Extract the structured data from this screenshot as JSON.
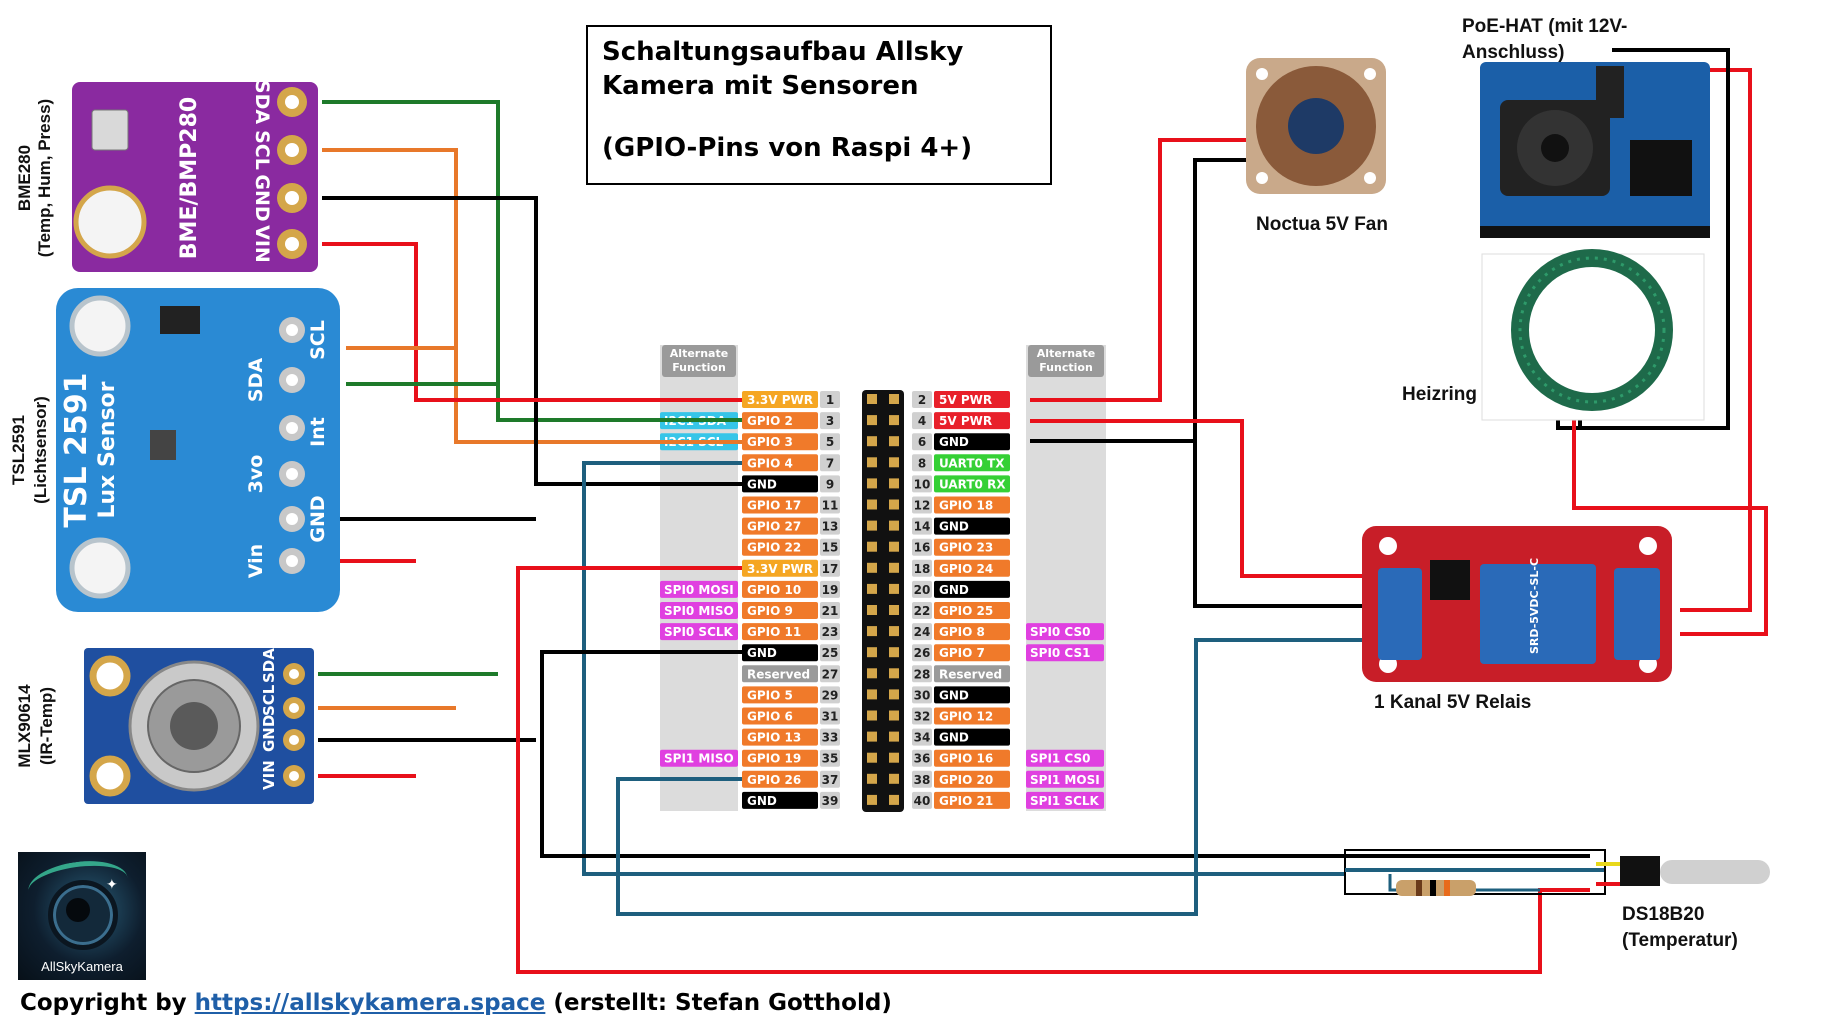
{
  "title": {
    "line1": "Schaltungsaufbau Allsky",
    "line2": "Kamera mit Sensoren",
    "line3": "(GPIO-Pins von Raspi 4+)"
  },
  "header": {
    "alt_function_label_line1": "Alternate",
    "alt_function_label_line2": "Function",
    "left_pins": [
      {
        "num": "1",
        "label": "3.3V PWR",
        "color": "#f5a623",
        "alt": ""
      },
      {
        "num": "3",
        "label": "GPIO 2",
        "color": "#f07a2a",
        "alt": "I2C1 SDA",
        "alt_color": "#36c5e8"
      },
      {
        "num": "5",
        "label": "GPIO 3",
        "color": "#f07a2a",
        "alt": "I2C1 SCL",
        "alt_color": "#36c5e8"
      },
      {
        "num": "7",
        "label": "GPIO 4",
        "color": "#f07a2a",
        "alt": ""
      },
      {
        "num": "9",
        "label": "GND",
        "color": "#000000",
        "alt": ""
      },
      {
        "num": "11",
        "label": "GPIO 17",
        "color": "#f07a2a",
        "alt": ""
      },
      {
        "num": "13",
        "label": "GPIO 27",
        "color": "#f07a2a",
        "alt": ""
      },
      {
        "num": "15",
        "label": "GPIO 22",
        "color": "#f07a2a",
        "alt": ""
      },
      {
        "num": "17",
        "label": "3.3V PWR",
        "color": "#f5a623",
        "alt": ""
      },
      {
        "num": "19",
        "label": "GPIO 10",
        "color": "#f07a2a",
        "alt": "SPI0 MOSI",
        "alt_color": "#e040e0"
      },
      {
        "num": "21",
        "label": "GPIO 9",
        "color": "#f07a2a",
        "alt": "SPI0 MISO",
        "alt_color": "#e040e0"
      },
      {
        "num": "23",
        "label": "GPIO 11",
        "color": "#f07a2a",
        "alt": "SPI0 SCLK",
        "alt_color": "#e040e0"
      },
      {
        "num": "25",
        "label": "GND",
        "color": "#000000",
        "alt": ""
      },
      {
        "num": "27",
        "label": "Reserved",
        "color": "#9a9a9a",
        "alt": ""
      },
      {
        "num": "29",
        "label": "GPIO 5",
        "color": "#f07a2a",
        "alt": ""
      },
      {
        "num": "31",
        "label": "GPIO 6",
        "color": "#f07a2a",
        "alt": ""
      },
      {
        "num": "33",
        "label": "GPIO 13",
        "color": "#f07a2a",
        "alt": ""
      },
      {
        "num": "35",
        "label": "GPIO 19",
        "color": "#f07a2a",
        "alt": "SPI1 MISO",
        "alt_color": "#e040e0"
      },
      {
        "num": "37",
        "label": "GPIO 26",
        "color": "#f07a2a",
        "alt": ""
      },
      {
        "num": "39",
        "label": "GND",
        "color": "#000000",
        "alt": ""
      }
    ],
    "right_pins": [
      {
        "num": "2",
        "label": "5V PWR",
        "color": "#e8202a",
        "alt": ""
      },
      {
        "num": "4",
        "label": "5V PWR",
        "color": "#e8202a",
        "alt": ""
      },
      {
        "num": "6",
        "label": "GND",
        "color": "#000000",
        "alt": ""
      },
      {
        "num": "8",
        "label": "UART0 TX",
        "color": "#35d035",
        "alt": ""
      },
      {
        "num": "10",
        "label": "UART0 RX",
        "color": "#35d035",
        "alt": ""
      },
      {
        "num": "12",
        "label": "GPIO 18",
        "color": "#f07a2a",
        "alt": ""
      },
      {
        "num": "14",
        "label": "GND",
        "color": "#000000",
        "alt": ""
      },
      {
        "num": "16",
        "label": "GPIO 23",
        "color": "#f07a2a",
        "alt": ""
      },
      {
        "num": "18",
        "label": "GPIO 24",
        "color": "#f07a2a",
        "alt": ""
      },
      {
        "num": "20",
        "label": "GND",
        "color": "#000000",
        "alt": ""
      },
      {
        "num": "22",
        "label": "GPIO 25",
        "color": "#f07a2a",
        "alt": ""
      },
      {
        "num": "24",
        "label": "GPIO 8",
        "color": "#f07a2a",
        "alt": "SPI0 CS0",
        "alt_color": "#e040e0"
      },
      {
        "num": "26",
        "label": "GPIO 7",
        "color": "#f07a2a",
        "alt": "SPI0 CS1",
        "alt_color": "#e040e0"
      },
      {
        "num": "28",
        "label": "Reserved",
        "color": "#9a9a9a",
        "alt": ""
      },
      {
        "num": "30",
        "label": "GND",
        "color": "#000000",
        "alt": ""
      },
      {
        "num": "32",
        "label": "GPIO 12",
        "color": "#f07a2a",
        "alt": ""
      },
      {
        "num": "34",
        "label": "GND",
        "color": "#000000",
        "alt": ""
      },
      {
        "num": "36",
        "label": "GPIO 16",
        "color": "#f07a2a",
        "alt": "SPI1 CS0",
        "alt_color": "#e040e0"
      },
      {
        "num": "38",
        "label": "GPIO 20",
        "color": "#f07a2a",
        "alt": "SPI1 MOSI",
        "alt_color": "#e040e0"
      },
      {
        "num": "40",
        "label": "GPIO 21",
        "color": "#f07a2a",
        "alt": "SPI1 SCLK",
        "alt_color": "#e040e0"
      }
    ]
  },
  "sensors": {
    "bme280": {
      "label_line1": "BME280",
      "label_line2": "(Temp, Hum, Press)",
      "chip_text": "BME/BMP280",
      "pins": [
        "SDA",
        "SCL",
        "GND",
        "VIN"
      ]
    },
    "tsl2591": {
      "label_line1": "TSL2591",
      "label_line2": "(Lichtsensor)",
      "chip_text_line1": "TSL 2591",
      "chip_text_line2": "Lux Sensor",
      "pins": [
        "SCL",
        "SDA",
        "Int",
        "3vo",
        "GND",
        "Vin"
      ]
    },
    "mlx90614": {
      "label_line1": "MLX90614",
      "label_line2": "(IR-Temp)",
      "pins": [
        "VIN",
        "GND",
        "SCL",
        "SDA"
      ]
    }
  },
  "devices": {
    "fan_label": "Noctua 5V Fan",
    "poe_label_line1": "PoE-HAT (mit 12V-",
    "poe_label_line2": "Anschluss)",
    "heizring_label": "Heizring",
    "relay_label": "1 Kanal 5V Relais",
    "relay_text": "SRD-5VDC-SL-C",
    "ds18b20_label_line1": "DS18B20",
    "ds18b20_label_line2": "(Temperatur)"
  },
  "logo_text": "AllSkyKamera",
  "footer": {
    "prefix": "Copyright by ",
    "link": "https://allskykamera.space",
    "suffix": " (erstellt: Stefan Gotthold)"
  },
  "colors": {
    "wire_red": "#e8101a",
    "wire_black": "#000000",
    "wire_green": "#1e7a2a",
    "wire_orange": "#e8782a",
    "wire_blue": "#1e5f7e",
    "header_bg": "#d9d9d9"
  }
}
